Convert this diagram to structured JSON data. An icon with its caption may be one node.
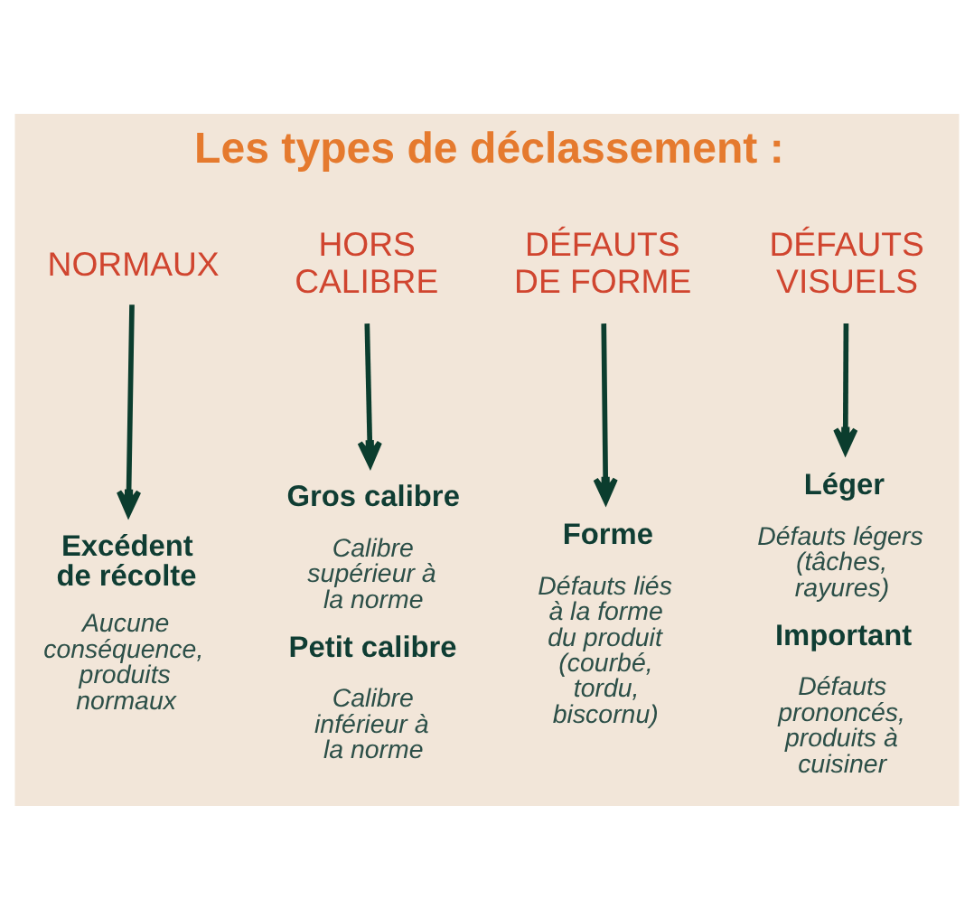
{
  "diagram": {
    "title": "Les types de déclassement :",
    "nodes": [
      {
        "text": [
          "NORMAUX"
        ]
      },
      {
        "text": [
          "HORS CALIBRE"
        ]
      },
      {
        "text": [
          "DÉFAUTS DE FORME"
        ]
      },
      {
        "text": [
          "DÉFAUTS VISUELS"
        ]
      },
      {
        "text": [
          "Excédent de récolte",
          "Aucune conséquence, produits normaux"
        ]
      },
      {
        "text": [
          "Gros calibre",
          "Calibre supérieur à la norme",
          "Petit calibre",
          "Calibre inférieur à la norme"
        ]
      },
      {
        "text": [
          "Forme",
          "Défauts liés à la forme du produit (courbé, tordu, biscornu)"
        ]
      },
      {
        "text": [
          "Léger",
          "Défauts légers (tâches, rayures)",
          "Important",
          "Défauts prononcés, produits à cuisiner"
        ]
      }
    ],
    "edges": [
      {
        "from": 0,
        "to": 4,
        "arrow": "to"
      },
      {
        "from": 1,
        "to": 5,
        "arrow": "to"
      },
      {
        "from": 2,
        "to": 6,
        "arrow": "to"
      },
      {
        "from": 3,
        "to": 7,
        "arrow": "to"
      }
    ]
  }
}
